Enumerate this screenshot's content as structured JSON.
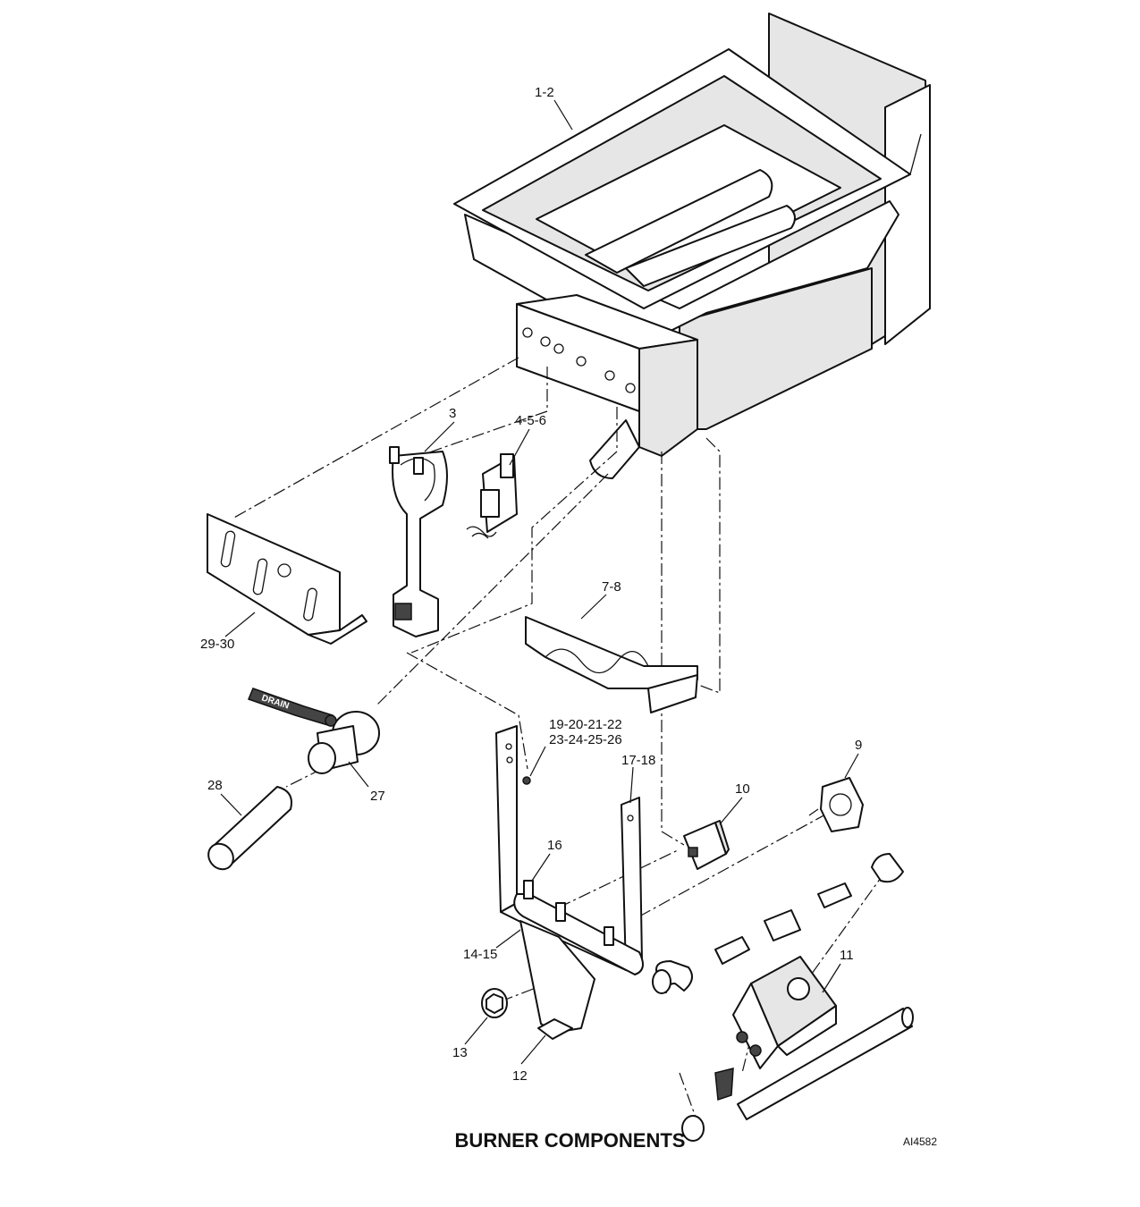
{
  "caption": "BURNER COMPONENTS",
  "drawing_number": "AI4582",
  "callouts": {
    "frypot": "1-2",
    "burner": "3",
    "pilot_assembly": "4-5-6",
    "burner_shield": "7-8",
    "gas_valve": "9",
    "thermostat_control": "10",
    "valve_assembly": "11",
    "bracket": "12",
    "bolt": "13",
    "manifold": "14-15",
    "orifice_stem": "16",
    "side_bracket": "17-18",
    "orifices_line1": "19-20-21-22",
    "orifices_line2": "23-24-25-26",
    "drain_valve": "27",
    "drain_nipple": "28",
    "heat_shield": "29-30"
  },
  "drain_label": "DRAIN"
}
